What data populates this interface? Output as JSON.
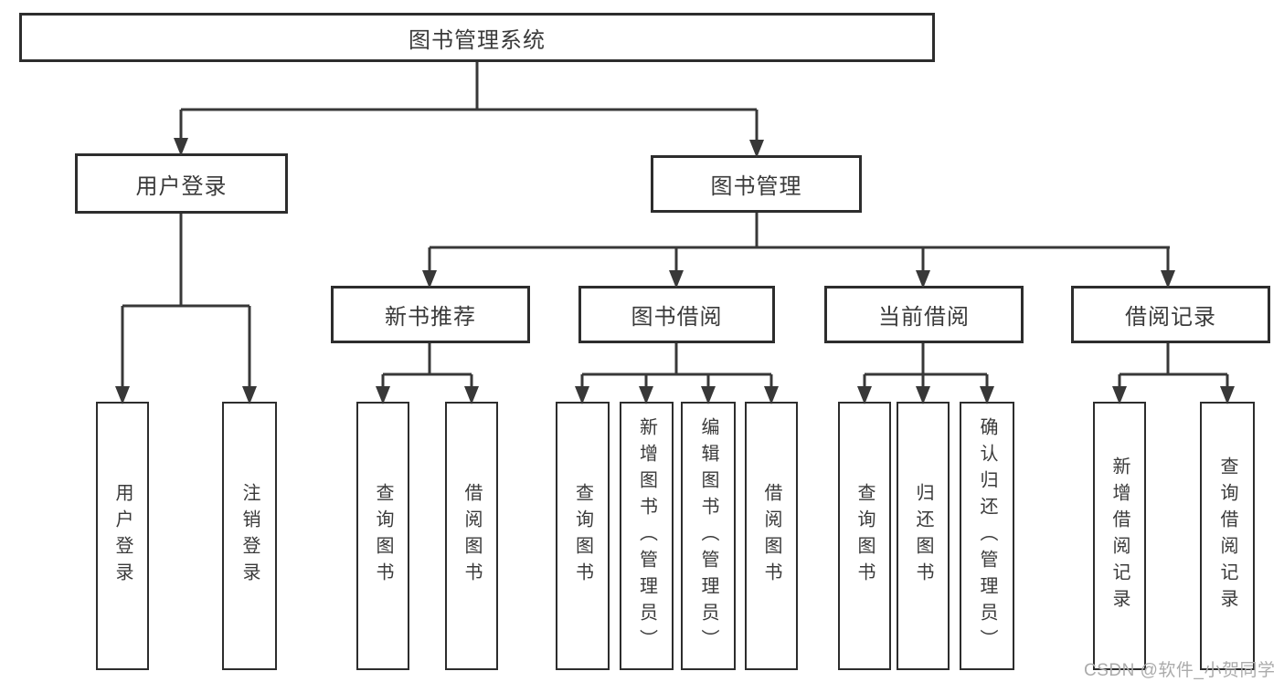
{
  "nodes": {
    "root": "图书管理系统",
    "user_login": "用户登录",
    "book_mgmt": "图书管理",
    "new_book_rec": "新书推荐",
    "book_borrow": "图书借阅",
    "current_borrow": "当前借阅",
    "borrow_records": "借阅记录",
    "leaf_user_login": "用户登录",
    "leaf_logout": "注销登录",
    "leaf_nbr_query": "查询图书",
    "leaf_nbr_borrow": "借阅图书",
    "leaf_bb_query": "查询图书",
    "leaf_bb_add": "新增图书（管理员）",
    "leaf_bb_edit": "编辑图书（管理员）",
    "leaf_bb_borrow": "借阅图书",
    "leaf_cb_query": "查询图书",
    "leaf_cb_return": "归还图书",
    "leaf_cb_confirm": "确认归还（管理员）",
    "leaf_br_add": "新增借阅记录",
    "leaf_br_query": "查询借阅记录"
  },
  "watermark": {
    "text": "CSDN @软件_小贺同学"
  },
  "colors": {
    "line": "#383838",
    "box_border": "#2d2d2d",
    "text": "#3a3a3a",
    "watermark": "#ababab",
    "background": "#ffffff"
  }
}
